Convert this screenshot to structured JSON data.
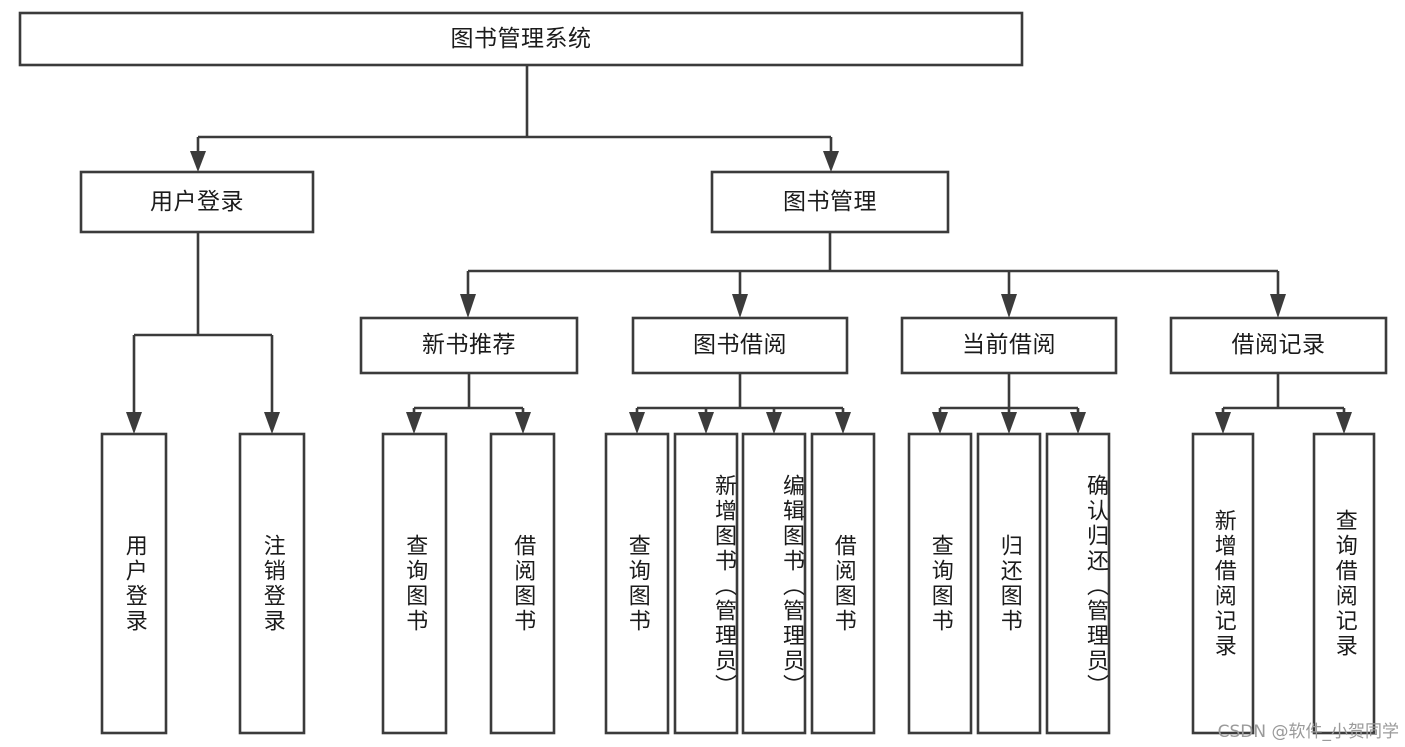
{
  "diagram": {
    "title": "图书管理系统",
    "watermark": "CSDN @软件_小贺同学",
    "colors": {
      "stroke": "#3b3b3b",
      "fill": "#ffffff",
      "text": "#1b1b1b",
      "watermark": "#9a9a9a"
    },
    "levels": {
      "root": {
        "label": "图书管理系统"
      },
      "level2": [
        {
          "id": "user-login",
          "label": "用户登录"
        },
        {
          "id": "book-management",
          "label": "图书管理"
        }
      ],
      "level3": [
        {
          "id": "new-book-recommend",
          "label": "新书推荐"
        },
        {
          "id": "book-borrow",
          "label": "图书借阅"
        },
        {
          "id": "current-borrow",
          "label": "当前借阅"
        },
        {
          "id": "borrow-record",
          "label": "借阅记录"
        }
      ],
      "leaves": {
        "user_login": [
          {
            "id": "leaf-user-login",
            "label": "用户登录"
          },
          {
            "id": "leaf-logout",
            "label": "注销登录"
          }
        ],
        "new_book_recommend": [
          {
            "id": "leaf-query-book-1",
            "label": "查询图书"
          },
          {
            "id": "leaf-borrow-book-1",
            "label": "借阅图书"
          }
        ],
        "book_borrow": [
          {
            "id": "leaf-query-book-2",
            "label": "查询图书"
          },
          {
            "id": "leaf-add-book",
            "label": "新增图书（管理员）"
          },
          {
            "id": "leaf-edit-book",
            "label": "编辑图书（管理员）"
          },
          {
            "id": "leaf-borrow-book-2",
            "label": "借阅图书"
          }
        ],
        "current_borrow": [
          {
            "id": "leaf-query-book-3",
            "label": "查询图书"
          },
          {
            "id": "leaf-return-book",
            "label": "归还图书"
          },
          {
            "id": "leaf-confirm-return",
            "label": "确认归还（管理员）"
          }
        ],
        "borrow_record": [
          {
            "id": "leaf-add-record",
            "label": "新增借阅记录"
          },
          {
            "id": "leaf-query-record",
            "label": "查询借阅记录"
          }
        ]
      }
    }
  }
}
